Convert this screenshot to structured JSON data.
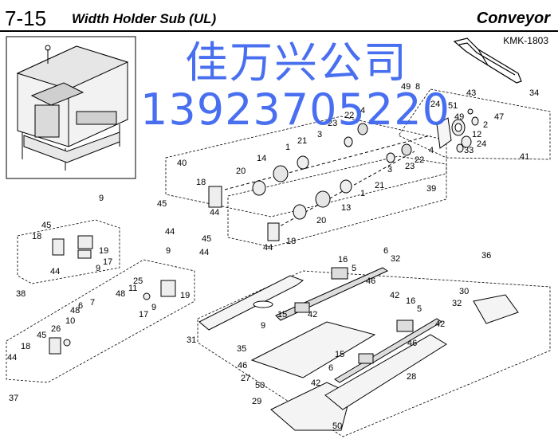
{
  "header": {
    "page_number": "7-15",
    "title": "Width Holder Sub (UL)",
    "section": "Conveyor",
    "model_code": "KMK-1803"
  },
  "watermark": {
    "chinese_text": "佳万兴公司",
    "phone": "13923705220",
    "color": "#3a63f0"
  },
  "labels": [
    {
      "text": "8"
    },
    {
      "text": "49"
    },
    {
      "text": "34"
    },
    {
      "text": "43"
    },
    {
      "text": "24"
    },
    {
      "text": "51"
    },
    {
      "text": "49"
    },
    {
      "text": "47"
    },
    {
      "text": "2"
    },
    {
      "text": "12"
    },
    {
      "text": "24"
    },
    {
      "text": "33"
    },
    {
      "text": "41"
    },
    {
      "text": "4"
    },
    {
      "text": "22"
    },
    {
      "text": "23"
    },
    {
      "text": "3"
    },
    {
      "text": "21"
    },
    {
      "text": "1"
    },
    {
      "text": "14"
    },
    {
      "text": "40"
    },
    {
      "text": "18"
    },
    {
      "text": "20"
    },
    {
      "text": "4"
    },
    {
      "text": "22"
    },
    {
      "text": "3"
    },
    {
      "text": "23"
    },
    {
      "text": "1"
    },
    {
      "text": "21"
    },
    {
      "text": "39"
    },
    {
      "text": "13"
    },
    {
      "text": "9"
    },
    {
      "text": "45"
    },
    {
      "text": "44"
    },
    {
      "text": "20"
    },
    {
      "text": "18"
    },
    {
      "text": "44"
    },
    {
      "text": "45"
    },
    {
      "text": "44"
    },
    {
      "text": "9"
    },
    {
      "text": "44"
    },
    {
      "text": "45"
    },
    {
      "text": "18"
    },
    {
      "text": "19"
    },
    {
      "text": "9"
    },
    {
      "text": "17"
    },
    {
      "text": "44"
    },
    {
      "text": "38"
    },
    {
      "text": "25"
    },
    {
      "text": "19"
    },
    {
      "text": "48"
    },
    {
      "text": "11"
    },
    {
      "text": "7"
    },
    {
      "text": "6"
    },
    {
      "text": "48"
    },
    {
      "text": "17"
    },
    {
      "text": "9"
    },
    {
      "text": "10"
    },
    {
      "text": "45"
    },
    {
      "text": "26"
    },
    {
      "text": "18"
    },
    {
      "text": "44"
    },
    {
      "text": "37"
    },
    {
      "text": "36"
    },
    {
      "text": "6"
    },
    {
      "text": "32"
    },
    {
      "text": "16"
    },
    {
      "text": "5"
    },
    {
      "text": "46"
    },
    {
      "text": "30"
    },
    {
      "text": "42"
    },
    {
      "text": "15"
    },
    {
      "text": "42"
    },
    {
      "text": "16"
    },
    {
      "text": "5"
    },
    {
      "text": "32"
    },
    {
      "text": "9"
    },
    {
      "text": "42"
    },
    {
      "text": "31"
    },
    {
      "text": "35"
    },
    {
      "text": "46"
    },
    {
      "text": "15"
    },
    {
      "text": "6"
    },
    {
      "text": "46"
    },
    {
      "text": "27"
    },
    {
      "text": "42"
    },
    {
      "text": "28"
    },
    {
      "text": "50"
    },
    {
      "text": "29"
    },
    {
      "text": "50"
    }
  ]
}
